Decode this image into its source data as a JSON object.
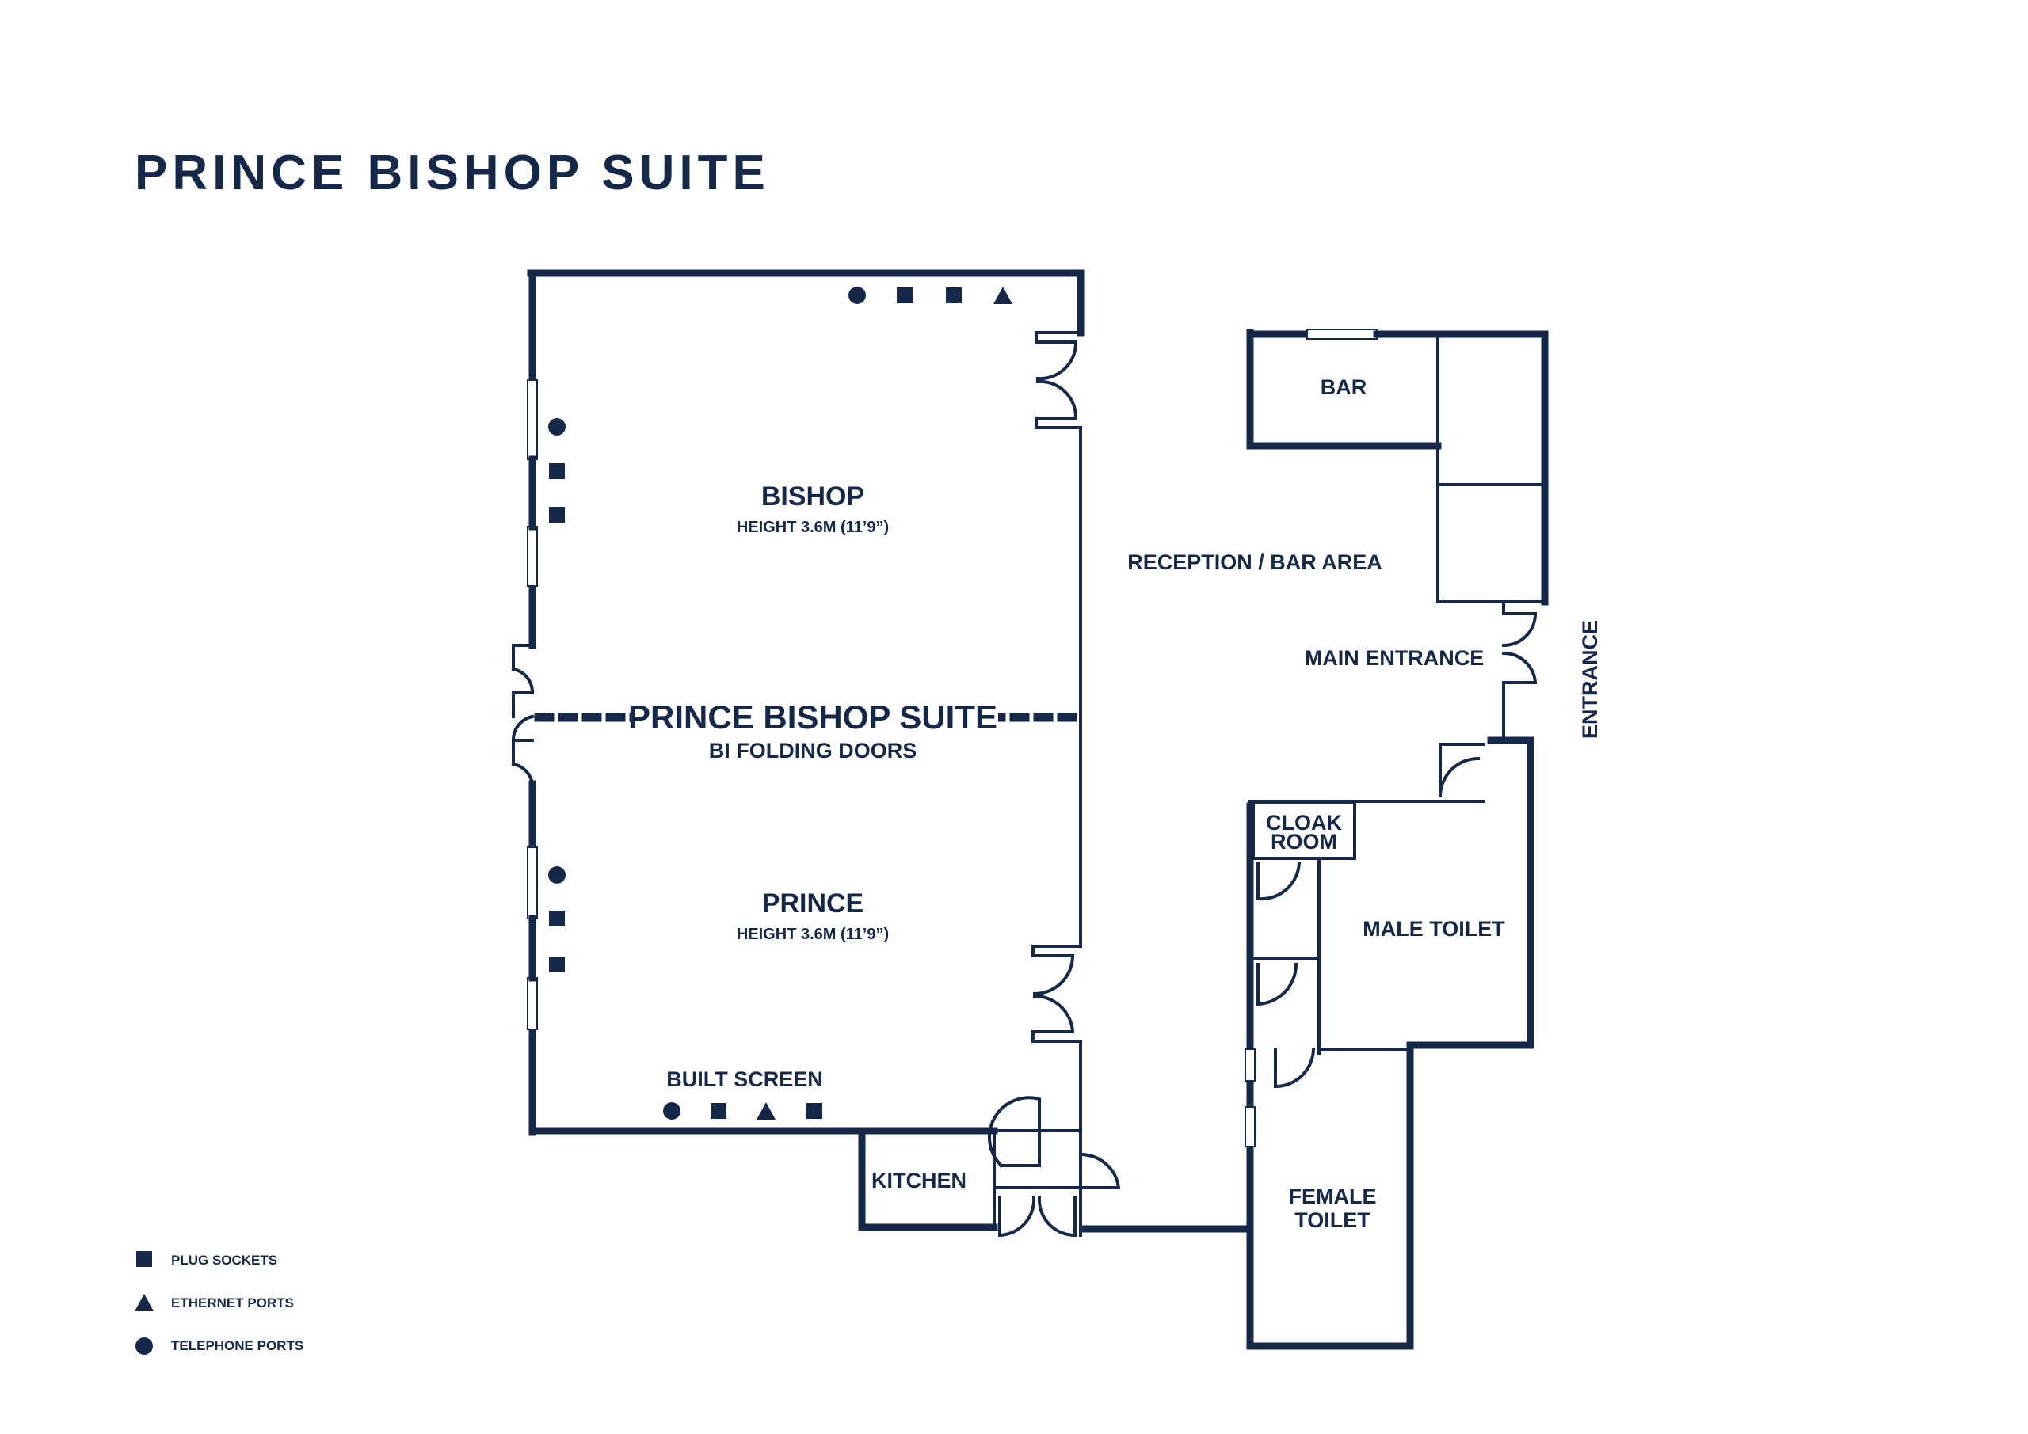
{
  "title": "PRINCE BISHOP SUITE",
  "rooms": {
    "bishop": {
      "name": "BISHOP",
      "height": "HEIGHT 3.6M (11’9”)"
    },
    "prince": {
      "name": "PRINCE",
      "height": "HEIGHT 3.6M (11’9”)"
    },
    "suite_label": "PRINCE BISHOP SUITE",
    "folding_doors": "BI FOLDING DOORS",
    "built_screen": "BUILT SCREEN",
    "kitchen": "KITCHEN",
    "bar": "BAR",
    "reception": "RECEPTION / BAR AREA",
    "main_entrance": "MAIN ENTRANCE",
    "entrance": "ENTRANCE",
    "cloak_room_line1": "CLOAK",
    "cloak_room_line2": "ROOM",
    "male_toilet": "MALE TOILET",
    "female_toilet_line1": "FEMALE",
    "female_toilet_line2": "TOILET"
  },
  "legend": [
    {
      "symbol": "square-icon",
      "label": "PLUG SOCKETS"
    },
    {
      "symbol": "triangle-icon",
      "label": "ETHERNET PORTS"
    },
    {
      "symbol": "circle-icon",
      "label": "TELEPHONE PORTS"
    }
  ],
  "colors": {
    "ink": "#16284a",
    "background": "#ffffff"
  }
}
